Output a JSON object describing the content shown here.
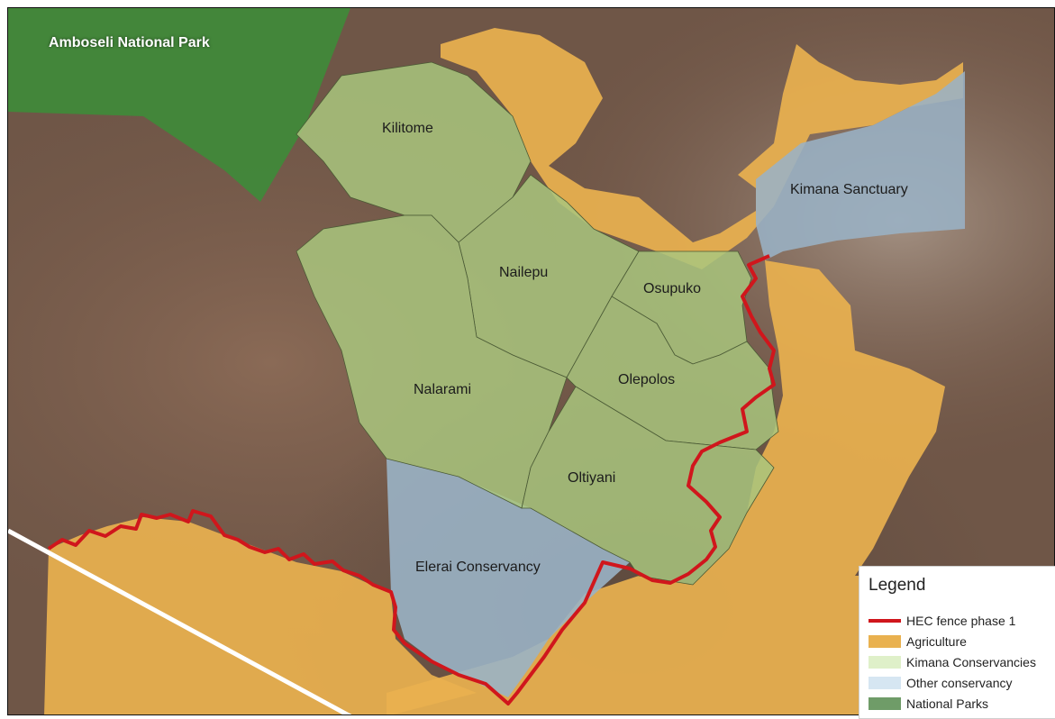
{
  "labels": {
    "amboseli": "Amboseli National Park",
    "kilitome": "Kilitome",
    "nailepu": "Nailepu",
    "osupuko": "Osupuko",
    "nalarami": "Nalarami",
    "olepolos": "Olepolos",
    "oltiyani": "Oltiyani",
    "elerai": "Elerai Conservancy",
    "kimana_sanctuary": "Kimana Sanctuary"
  },
  "legend": {
    "title": "Legend",
    "items": [
      {
        "label": "HEC fence phase 1",
        "color": "#d0161c",
        "kind": "line"
      },
      {
        "label": "Agriculture",
        "color": "#e9b14f",
        "kind": "fill"
      },
      {
        "label": "Kimana Conservancies",
        "color": "#dff0c9",
        "kind": "fill"
      },
      {
        "label": "Other conservancy",
        "color": "#d6e6f2",
        "kind": "fill"
      },
      {
        "label": "National Parks",
        "color": "#6f9c68",
        "kind": "fill"
      }
    ]
  },
  "colors": {
    "fence": "#d0161c",
    "agriculture": "#e9b14f",
    "kimana_conservancies": "#a9c57e",
    "other_conservancy": "#9ab2c5",
    "national_parks": "#3f8a3a",
    "road": "#ffffff",
    "satellite_base": "#7a5d4c"
  }
}
